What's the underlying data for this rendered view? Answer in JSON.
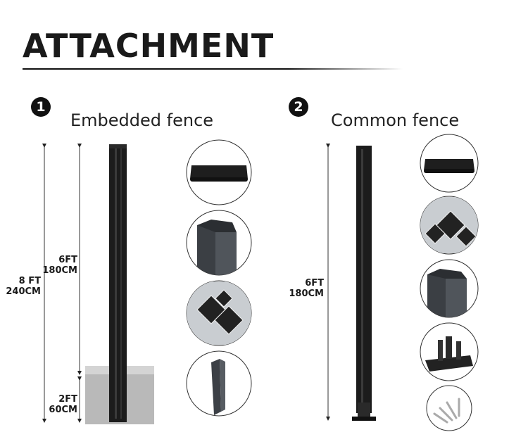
{
  "title": "ATTACHMENT",
  "sections": [
    {
      "number": "1",
      "label": "Embedded fence",
      "dimensions": {
        "total": [
          "8 FT",
          "240CM"
        ],
        "above": [
          "6FT",
          "180CM"
        ],
        "below": [
          "2FT",
          "60CM"
        ]
      },
      "parts": [
        "post-cap",
        "post-profile-cross-section",
        "post-corner-profile",
        "post-insert-strip"
      ]
    },
    {
      "number": "2",
      "label": "Common fence",
      "dimensions": {
        "total": [
          "6FT",
          "180CM"
        ]
      },
      "parts": [
        "post-cap",
        "post-profile-cross-section",
        "post-corner-profile",
        "base-bracket",
        "expansion-bolts"
      ]
    }
  ],
  "colors": {
    "post": "#1c1c1c",
    "profile": "#4a4f55",
    "concrete": "#b8b8b8"
  }
}
